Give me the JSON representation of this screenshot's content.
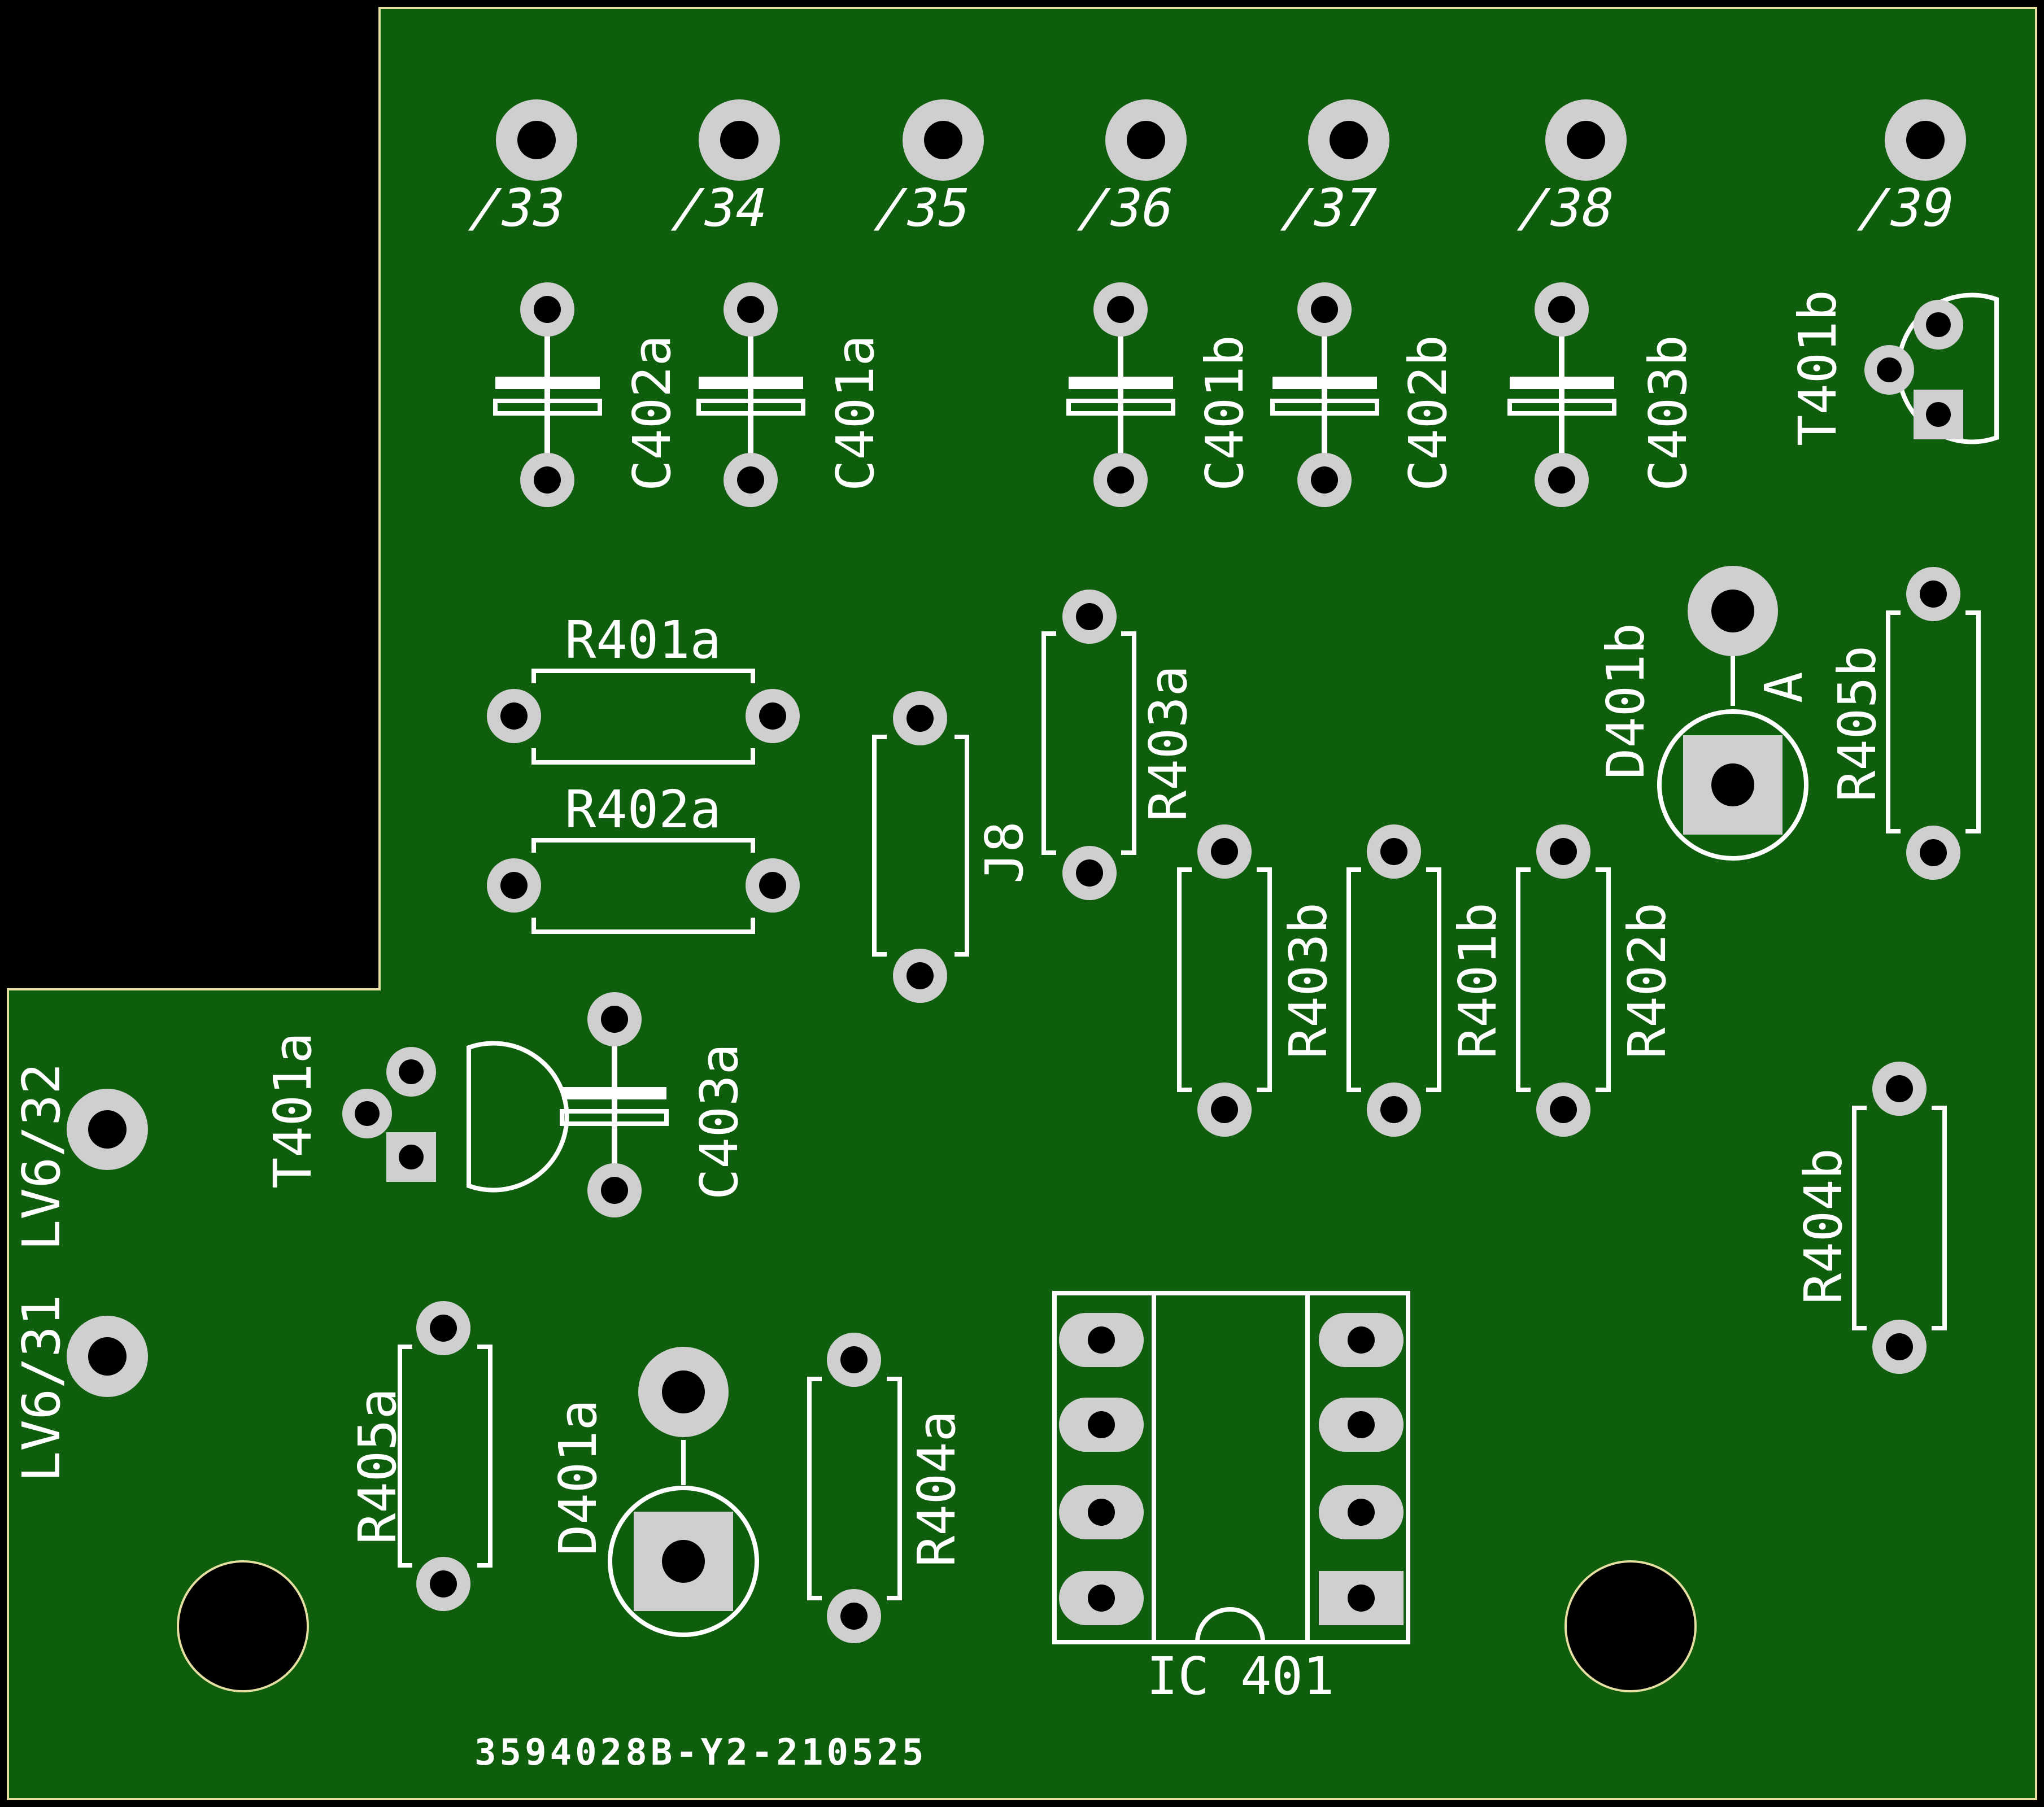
{
  "colors": {
    "background": "#000000",
    "board": "#0f5e0d",
    "board_edge": "#e6dfa2",
    "silkscreen": "#ffffff",
    "pad": "#cfcfcf",
    "drill": "#000000"
  },
  "labels": {
    "pin33": "/33",
    "pin34": "/34",
    "pin35": "/35",
    "pin36": "/36",
    "pin37": "/37",
    "pin38": "/38",
    "pin39": "/39",
    "c402a": "C402a",
    "c401a": "C401a",
    "c401b": "C401b",
    "c402b": "C402b",
    "c403b": "C403b",
    "c403a": "C403a",
    "t401b": "T401b",
    "t401a": "T401a",
    "r401a": "R401a",
    "r402a": "R402a",
    "j8": "J8",
    "r403a": "R403a",
    "d401b": "D401b",
    "anode": "A",
    "r405b": "R405b",
    "r403b": "R403b",
    "r401b": "R401b",
    "r402b": "R402b",
    "r404b": "R404b",
    "lv6_32": "LV6/32",
    "lv6_31": "LV6/31",
    "r405a": "R405a",
    "d401a": "D401a",
    "r404a": "R404a",
    "ic401": "IC 401",
    "board_id": "3594028B-Y2-210525"
  }
}
